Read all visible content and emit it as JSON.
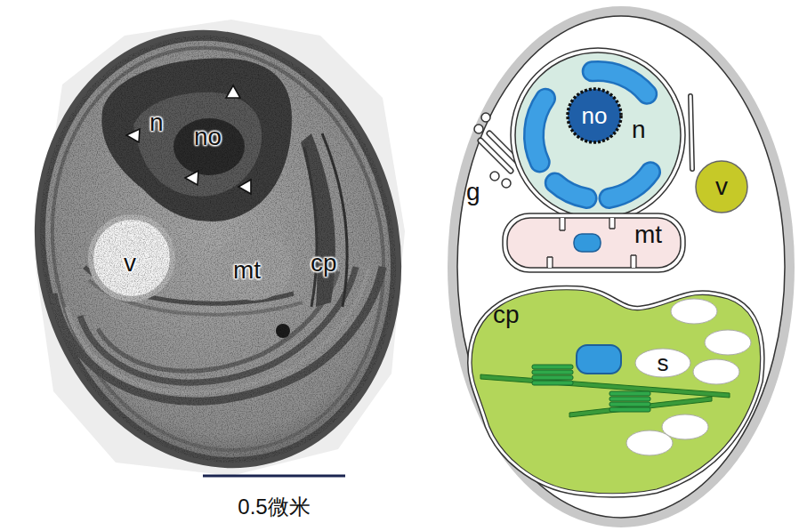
{
  "diagram": {
    "nodes": [
      {
        "text": [
          "n"
        ]
      },
      {
        "text": [
          "no"
        ],
        "in": 0
      },
      {
        "text": [
          "v"
        ]
      },
      {
        "text": [
          "mt"
        ]
      },
      {
        "text": [
          "cp"
        ]
      },
      {
        "text": [
          "s"
        ],
        "in": 4
      }
    ],
    "labels": [
      "n",
      "no",
      "v",
      "mt",
      "cp",
      "0.5微米",
      "g"
    ]
  }
}
